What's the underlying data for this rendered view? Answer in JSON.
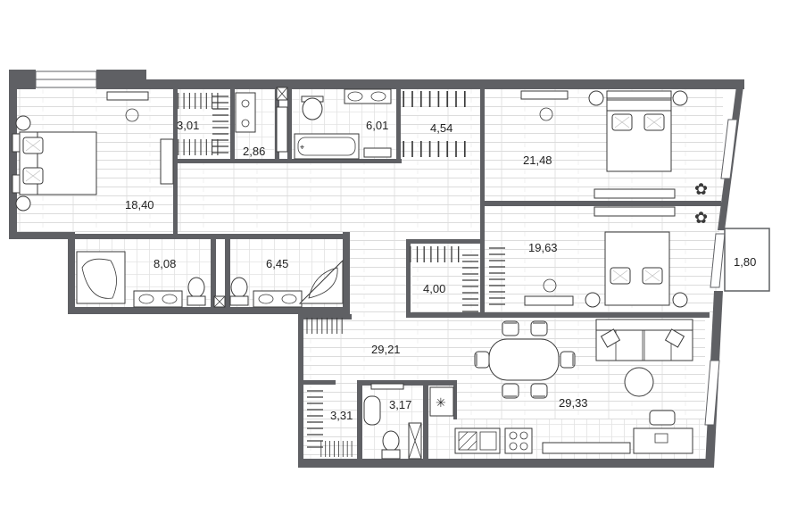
{
  "rooms": {
    "bedroom_left": "18,40",
    "closet_top_left": "3,01",
    "utility": "2,86",
    "bathroom_top": "6,01",
    "closet_top_mid": "4,54",
    "bedroom_top_right": "21,48",
    "bathroom_left": "8,08",
    "bathroom_mid": "6,45",
    "bedroom_mid_right": "19,63",
    "closet_mid": "4,00",
    "hallway": "29,21",
    "closet_bottom": "3,31",
    "toilet_bottom": "3,17",
    "living_kitchen": "29,33",
    "balcony": "1,80"
  },
  "colors": {
    "wall": "#5f6064",
    "floor_line": "#d8d8d8",
    "tile_line": "#e2e2e2",
    "window": "#ffffff"
  }
}
